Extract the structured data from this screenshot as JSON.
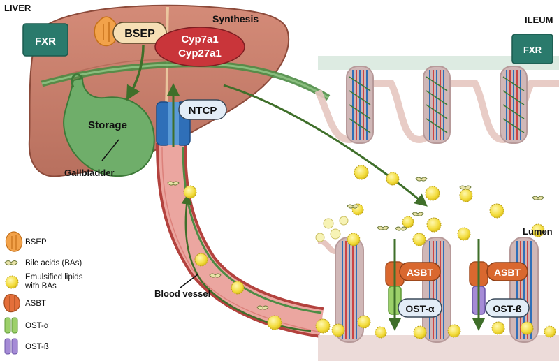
{
  "labels": {
    "liver": "LIVER",
    "ileum": "ILEUM",
    "lumen": "Lumen",
    "synthesis": "Synthesis",
    "storage": "Storage",
    "gallbladder": "Gallbladder",
    "blood_vessel": "Blood vessel"
  },
  "boxes": {
    "fxr_liver": "FXR",
    "fxr_ileum": "FXR",
    "bsep": "BSEP",
    "cyp_line1": "Cyp7a1",
    "cyp_line2": "Cyp27a1",
    "ntcp": "NTCP",
    "asbt_1": "ASBT",
    "asbt_2": "ASBT",
    "ost_alpha": "OST-α",
    "ost_beta": "OST-ß"
  },
  "legend": [
    {
      "icon": "bsep-transporter-icon",
      "text": [
        "BSEP"
      ]
    },
    {
      "icon": "bile-acid-icon",
      "text": [
        "Bile acids (BAs)"
      ]
    },
    {
      "icon": "emulsified-lipid-icon",
      "text": [
        "Emulsified lipids",
        "with BAs"
      ]
    },
    {
      "icon": "asbt-transporter-icon",
      "text": [
        "ASBT"
      ]
    },
    {
      "icon": "ost-alpha-icon",
      "text": [
        "OST-α"
      ]
    },
    {
      "icon": "ost-beta-icon",
      "text": [
        "OST-ß"
      ]
    }
  ],
  "colors": {
    "liver": "#c97f6d",
    "liver_dark": "#9c5646",
    "gallbladder": "#6fae6a",
    "arrow": "#3f6f2a",
    "fxr": "#2a7a6c",
    "cyp": "#c9353a",
    "vessel": "#e79d97",
    "bsep_box": "#f6dfb5",
    "ntcp": "#e3edf7",
    "asbt": "#d9682f",
    "ost": "#e3edf7",
    "lipid": "#f6e24a"
  }
}
